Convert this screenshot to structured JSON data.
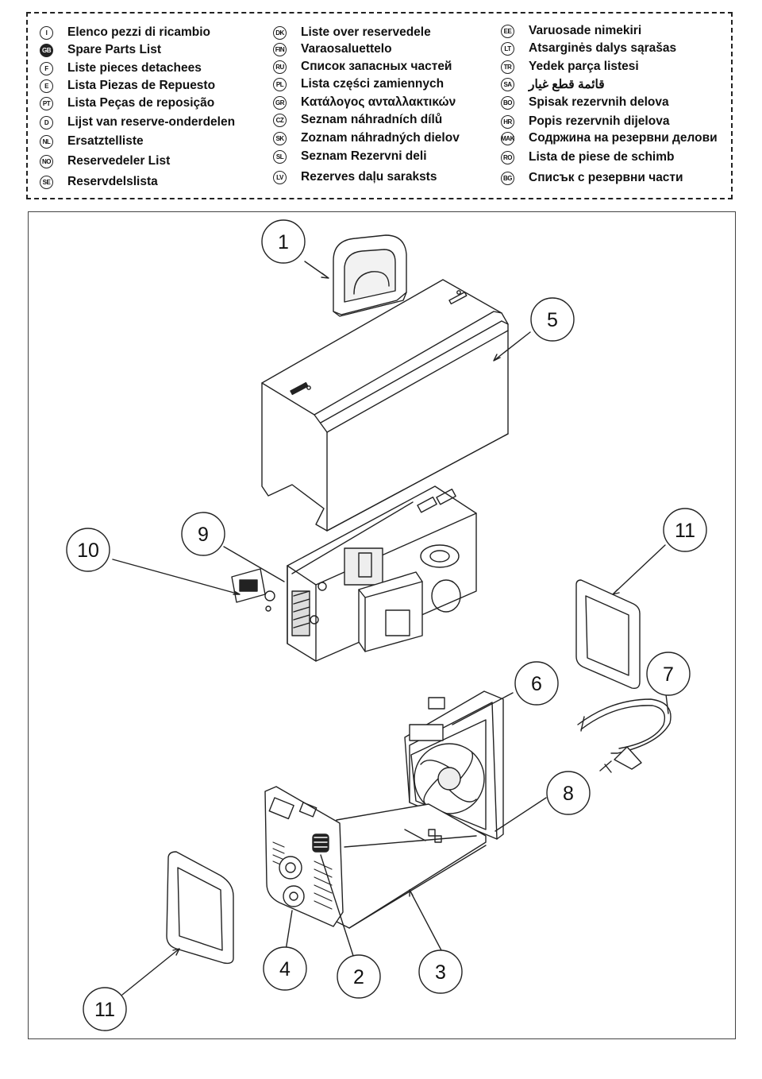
{
  "legend": {
    "col1": [
      {
        "code": "I",
        "text": "Elenco pezzi di ricambio"
      },
      {
        "code": "GB",
        "text": "Spare Parts List"
      },
      {
        "code": "F",
        "text": "Liste pieces detachees"
      },
      {
        "code": "E",
        "text": "Lista Piezas de Repuesto"
      },
      {
        "code": "PT",
        "text": "Lista Peças de reposição"
      },
      {
        "code": "D",
        "text": "Lijst van reserve-onderdelen"
      },
      {
        "code": "NL",
        "text": "Ersatztelliste"
      },
      {
        "code": "NO",
        "text": "Reservedeler List"
      },
      {
        "code": "SE",
        "text": "Reservdelslista"
      }
    ],
    "col2": [
      {
        "code": "DK",
        "text": "Liste over reservedele"
      },
      {
        "code": "FIN",
        "text": "Varaosaluettelo"
      },
      {
        "code": "RU",
        "text": "Список запасных частей"
      },
      {
        "code": "PL",
        "text": "Lista części zamiennych"
      },
      {
        "code": "GR",
        "text": "Κατάλογος ανταλλακτικών"
      },
      {
        "code": "CZ",
        "text": "Seznam náhradních dílů"
      },
      {
        "code": "SK",
        "text": "Zoznam náhradných dielov"
      },
      {
        "code": "SL",
        "text": "Seznam Rezervni deli"
      },
      {
        "code": "LV",
        "text": "Rezerves daļu saraksts"
      }
    ],
    "col3": [
      {
        "code": "EE",
        "text": "Varuosade nimekiri"
      },
      {
        "code": "LT",
        "text": "Atsarginės dalys sąrašas"
      },
      {
        "code": "TR",
        "text": "Yedek parça listesi"
      },
      {
        "code": "SA",
        "text": "قائمة قطع غيار"
      },
      {
        "code": "BO",
        "text": "Spisak rezervnih delova"
      },
      {
        "code": "HR",
        "text": "Popis rezervnih dijelova"
      },
      {
        "code": "MAK",
        "text": "Содржина на резервни делови"
      },
      {
        "code": "RO",
        "text": "Lista de piese de schimb"
      },
      {
        "code": "BG",
        "text": "Списък с резервни части"
      }
    ]
  },
  "callouts": {
    "c1": "1",
    "c2": "2",
    "c3": "3",
    "c4": "4",
    "c5": "5",
    "c6": "6",
    "c7": "7",
    "c8": "8",
    "c9": "9",
    "c10": "10",
    "c11a": "11",
    "c11b": "11"
  }
}
